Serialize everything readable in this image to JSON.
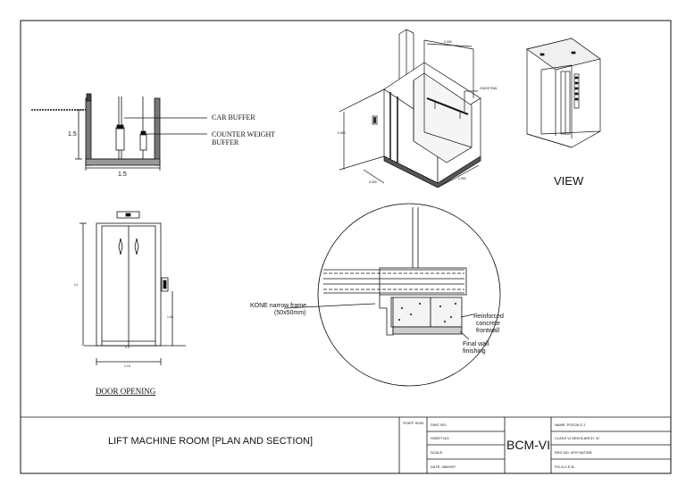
{
  "pit_section": {
    "labels": {
      "car_buffer": "CAR BUFFER",
      "cw_buffer_1": "COUNTER WEIGHT",
      "cw_buffer_2": "BUFFER"
    },
    "dims": {
      "depth": "1.5",
      "width": "1.5"
    }
  },
  "shaft_iso": {
    "dims": {
      "top": "2.000",
      "height": "0.900",
      "left": "0.900",
      "right": "2.000",
      "rail_label": "GUIDE RAIL"
    }
  },
  "view": {
    "label": "VIEW"
  },
  "door": {
    "title": "DOOR OPENING",
    "dims": {
      "height": "2.1",
      "opening": "0.9",
      "overall": "1.10",
      "panel": "1.05"
    }
  },
  "detail": {
    "frame_1": "KONE narrow frame",
    "frame_2": "(50x50mm)",
    "rc_1": "Reinforced",
    "rc_2": "concrete",
    "rc_3": "frontwall",
    "fin_1": "Final wall",
    "fin_2": "finishing"
  },
  "title_block": {
    "title": "LIFT MACHINE ROOM [PLAN AND SECTION]",
    "staff": "STAFF SIGN",
    "dwg_no": "DWG NO:",
    "sheet_no": "SHEET NO:",
    "scale": "SCALE:",
    "date": "DATE: 08/09/07",
    "course": "BCM-VI",
    "name": "NAME: POOJA S J",
    "class": "CLASS VI SEM B.ARCH \"A\"",
    "reg": "REG NO: 0P2Y4AT038",
    "college": "P.D.A.C.E.B."
  }
}
